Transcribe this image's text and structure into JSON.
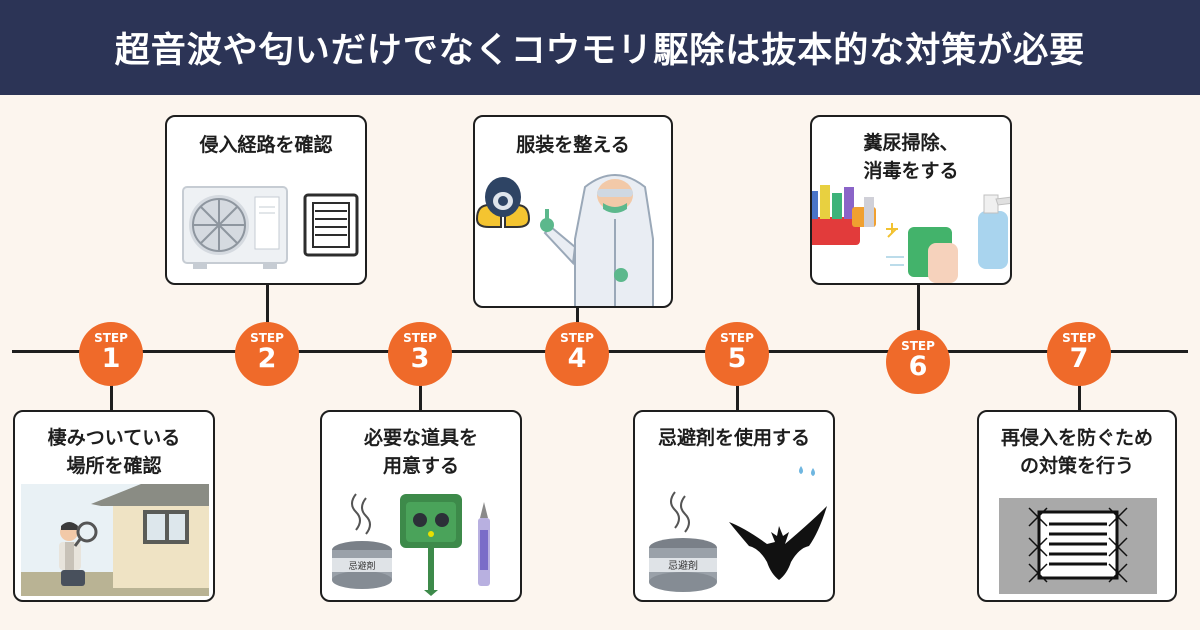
{
  "title": "超音波や匂いだけでなくコウモリ駆除は抜本的な対策が必要",
  "steps": [
    {
      "label": "STEP",
      "number": "1",
      "text": "棲みついている\n場所を確認"
    },
    {
      "label": "STEP",
      "number": "2",
      "text": "侵入経路を確認"
    },
    {
      "label": "STEP",
      "number": "3",
      "text": "必要な道具を\n用意する"
    },
    {
      "label": "STEP",
      "number": "4",
      "text": "服装を整える"
    },
    {
      "label": "STEP",
      "number": "5",
      "text": "忌避剤を使用する"
    },
    {
      "label": "STEP",
      "number": "6",
      "text": "糞尿掃除、\n消毒をする"
    },
    {
      "label": "STEP",
      "number": "7",
      "text": "再侵入を防ぐため\nの対策を行う"
    }
  ],
  "can_labels": {
    "step3": "忌避剤",
    "step5": "忌避剤"
  },
  "colors": {
    "banner": "#2c3456",
    "accent": "#ef6a2a",
    "background": "#fcf5ee"
  },
  "icons": [
    "magnifier-person-house",
    "air-conditioner-vent",
    "repellent-tools",
    "protective-suit",
    "repellent-can-bat",
    "cleaning-supplies",
    "mesh-vent-cover"
  ]
}
